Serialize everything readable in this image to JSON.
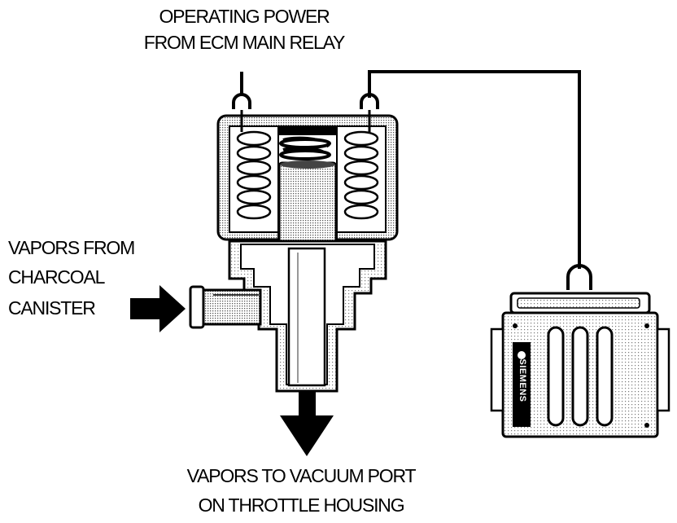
{
  "labels": {
    "power_line1": "OPERATING POWER",
    "power_line2": "FROM ECM MAIN RELAY",
    "canister_line1": "VAPORS FROM",
    "canister_line2": "CHARCOAL",
    "canister_line3": "CANISTER",
    "output_line1": "VAPORS TO VACUUM PORT",
    "output_line2": "ON THROTTLE HOUSING",
    "ecm_brand": "SIEMENS"
  },
  "colors": {
    "ink": "#000000",
    "shade": "#c9c9c9",
    "paper": "#ffffff"
  }
}
